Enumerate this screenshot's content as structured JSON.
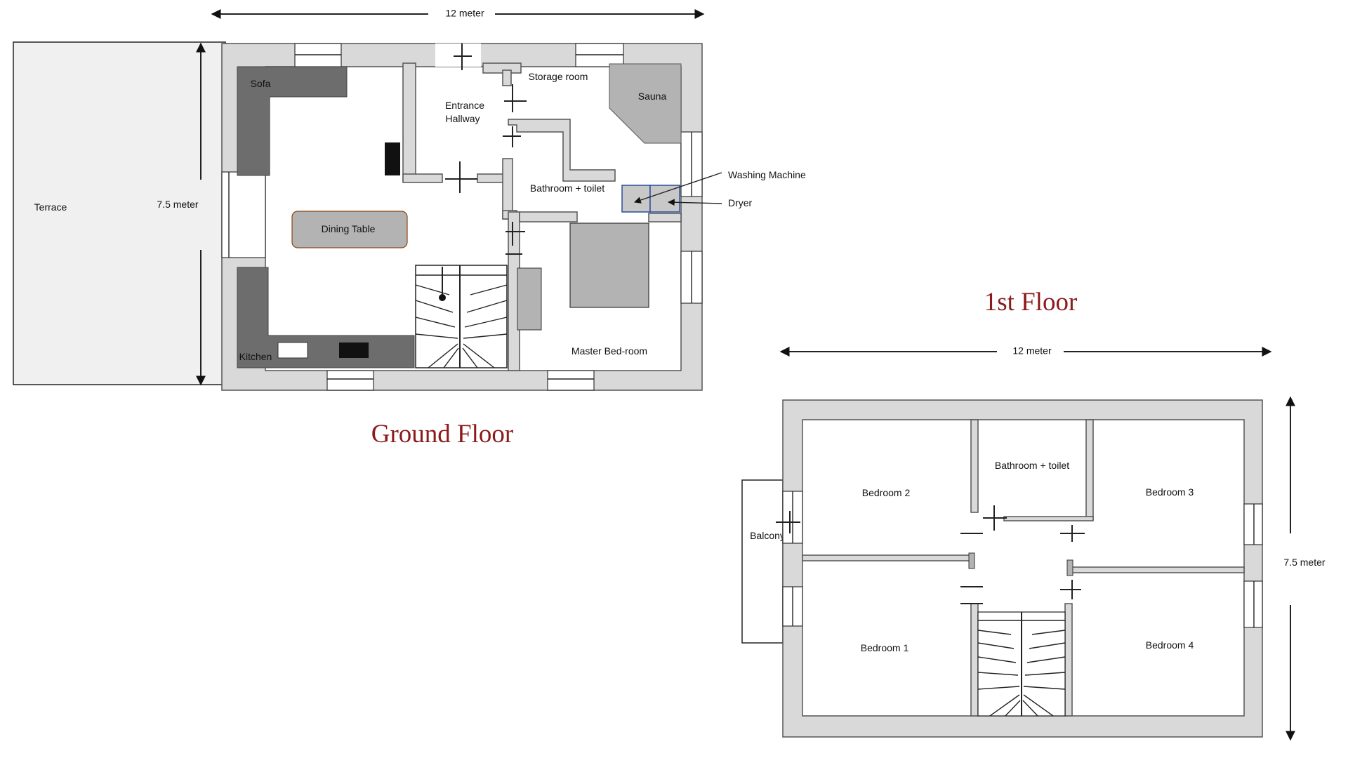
{
  "titles": {
    "ground_floor": "Ground Floor",
    "first_floor": "1st Floor"
  },
  "dimensions": {
    "ground_width": "12 meter",
    "ground_depth": "7.5 meter",
    "first_width": "12 meter",
    "first_depth": "7.5 meter"
  },
  "ground_rooms": {
    "terrace": "Terrace",
    "sofa": "Sofa",
    "entrance_line1": "Entrance",
    "entrance_line2": "Hallway",
    "storage": "Storage room",
    "sauna": "Sauna",
    "bathroom": "Bathroom + toilet",
    "dining": "Dining Table",
    "kitchen": "Kitchen",
    "master": "Master Bed-room"
  },
  "callouts": {
    "washing": "Washing Machine",
    "dryer": "Dryer"
  },
  "first_rooms": {
    "bedroom2": "Bedroom 2",
    "bathroom": "Bathroom + toilet",
    "bedroom3": "Bedroom 3",
    "balcony": "Balcony",
    "bedroom1": "Bedroom 1",
    "bedroom4": "Bedroom 4"
  },
  "colors": {
    "wall": "#d9d9d9",
    "dark_furniture": "#6d6d6d",
    "light_furniture": "#b3b3b3",
    "title": "#8b1a1a",
    "appliance_outline": "#2a4d9b"
  }
}
